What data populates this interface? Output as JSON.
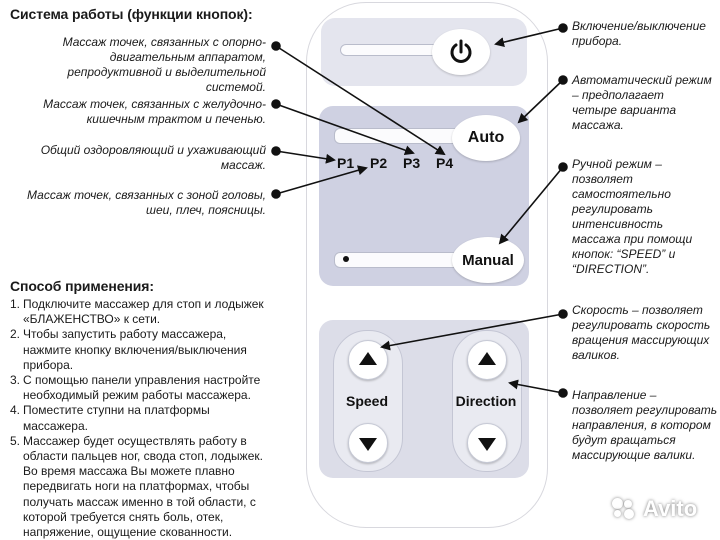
{
  "headings": {
    "functions": "Система работы (функции кнопок):",
    "usage": "Способ применения:"
  },
  "left_notes": [
    "Массаж точек, связанных с опорно-двигательным аппаратом, репродуктивной и выделительной системой.",
    "Массаж точек, связанных с желудочно-кишечным трактом и печенью.",
    "Общий оздоровляющий и ухаживающий массаж.",
    "Массаж точек, связанных с зоной головы, шеи, плеч, поясницы."
  ],
  "right_notes": [
    "Включение/выключение прибора.",
    "Автоматический режим – предполагает четыре варианта массажа.",
    "Ручной режим – позволяет самостоятельно регулировать интенсивность массажа при помощи кнопок: “SPEED” и “DIRECTION”.",
    "Скорость – позволяет регулировать скорость вращения массирующих валиков.",
    "Направление – позволяет регулировать направления, в котором будут вращаться массирующие валики."
  ],
  "steps": [
    {
      "num": "1.",
      "text": "Подключите массажер для стоп и лодыжек «БЛАЖЕНСТВО» к сети."
    },
    {
      "num": "2.",
      "text": "Чтобы запустить работу массажера, нажмите кнопку включения/выключения прибора."
    },
    {
      "num": "3.",
      "text": "С помощью панели управления настройте необходимый режим работы массажера."
    },
    {
      "num": "4.",
      "text": "Поместите ступни на платформы массажера."
    },
    {
      "num": "5.",
      "text": "Массажер будет осуществлять работу в области пальцев ног, свода стоп, лодыжек. Во время массажа Вы можете плавно передвигать ноги на платформах, чтобы получать массаж именно в той области, с которой требуется снять боль, отек, напряжение, ощущение скованности."
    }
  ],
  "remote": {
    "auto_label": "Auto",
    "manual_label": "Manual",
    "programs": [
      "P1",
      "P2",
      "P3",
      "P4"
    ],
    "speed_label": "Speed",
    "direction_label": "Direction",
    "power_icon": "power-icon",
    "up_icon": "triangle-up-icon",
    "down_icon": "triangle-down-icon"
  },
  "colors": {
    "panel_top": "#e4e5ee",
    "panel_mid": "#cfd1e2",
    "panel_bottom": "#dcdde8",
    "arrow": "#111111"
  },
  "watermark": "Avito"
}
